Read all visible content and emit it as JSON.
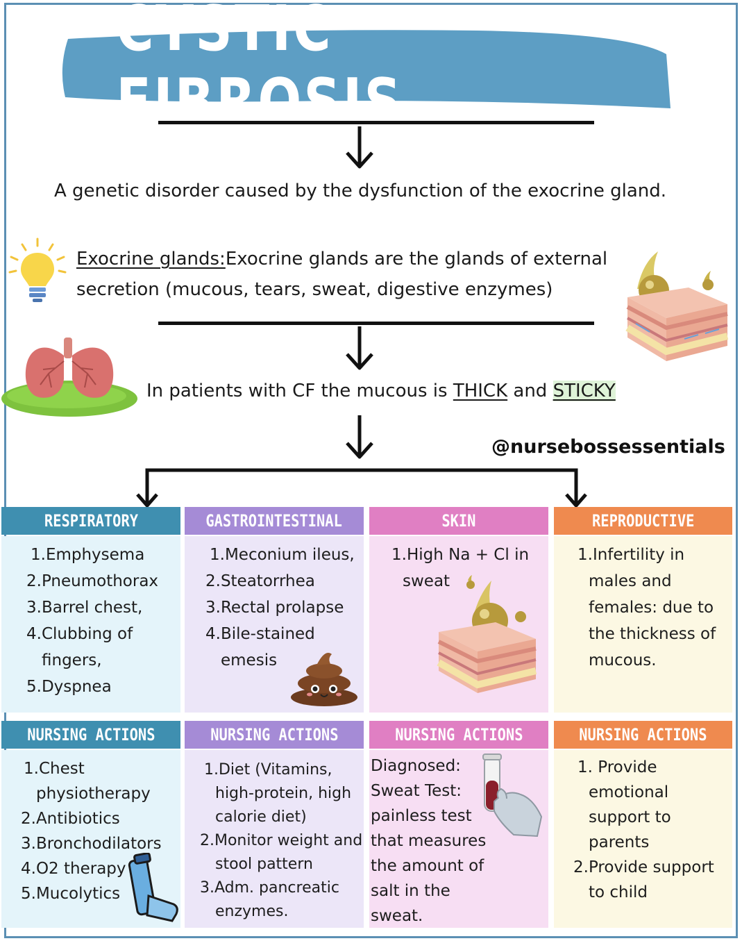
{
  "title": "CYSTIC FIBROSIS",
  "definition": "A genetic disorder caused by the dysfunction of the exocrine gland.",
  "exocrine": {
    "label": "Exocrine glands:",
    "text_line1": "Exocrine glands are the glands of external",
    "text_line2": "secretion (mucous, tears, sweat, digestive enzymes)"
  },
  "mucous": {
    "prefix": "In patients with CF the mucous is ",
    "thick": "THICK",
    "and": " and ",
    "sticky": "STICKY"
  },
  "handle": "@nursebossessentials",
  "colors": {
    "respiratory": "#3f8fb0",
    "gastrointestinal": "#a58bd6",
    "skin": "#e07fc3",
    "reproductive": "#ef8a4f",
    "respiratory_bg": "#e4f4fa",
    "gastrointestinal_bg": "#ece6f8",
    "skin_bg": "#f7def3",
    "reproductive_bg": "#fcf8e3",
    "banner": "#5d9ec4"
  },
  "columns": [
    {
      "header": "RESPIRATORY",
      "items": [
        "1.Emphysema",
        "2.Pneumothorax",
        "3.Barrel chest,",
        "4.Clubbing of",
        "fingers,",
        "5.Dyspnea"
      ],
      "nursing_header": "NURSING ACTIONS",
      "nursing_items": [
        "1.Chest",
        "physiotherapy",
        "2.Antibiotics",
        "3.Bronchodilators",
        "4.O2 therapy",
        "5.Mucolytics"
      ]
    },
    {
      "header": "GASTROINTESTINAL",
      "items": [
        "1.Meconium ileus,",
        "2.Steatorrhea",
        "3.Rectal prolapse",
        "4.Bile-stained",
        "emesis"
      ],
      "nursing_header": "NURSING ACTIONS",
      "nursing_items": [
        "1.Diet (Vitamins,",
        "high-protein, high",
        "calorie diet)",
        "2.Monitor weight and",
        "stool pattern",
        "3.Adm. pancreatic",
        "enzymes."
      ]
    },
    {
      "header": "SKIN",
      "items": [
        "1.High Na + Cl in",
        "sweat"
      ],
      "nursing_header": "NURSING ACTIONS",
      "nursing_items": [
        "Diagnosed:",
        "Sweat Test:",
        "painless test",
        "that measures",
        "the amount of",
        "salt in the",
        "sweat."
      ]
    },
    {
      "header": "REPRODUCTIVE",
      "items": [
        "1.Infertility in",
        "males and",
        "females:  due to",
        "the thickness of",
        "mucous."
      ],
      "nursing_header": "NURSING ACTIONS",
      "nursing_items": [
        "1. Provide",
        "emotional",
        "support to",
        "parents",
        "2.Provide support",
        "to child"
      ]
    }
  ]
}
